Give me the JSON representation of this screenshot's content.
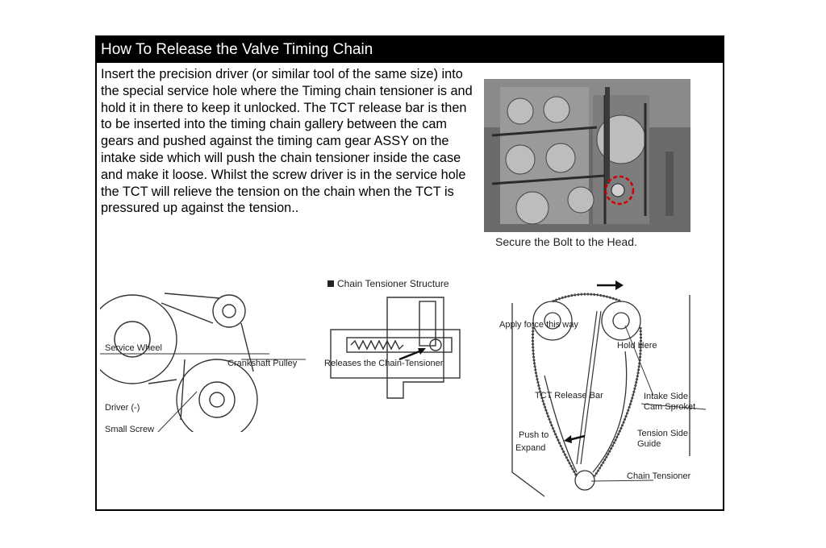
{
  "header": {
    "title": "How To Release the Valve Timing Chain"
  },
  "instructions": {
    "body": "Insert the precision driver (or similar tool of the same size) into the special service hole where the Timing chain tensioner is and hold it in there to keep it unlocked. The TCT release bar is then to be inserted into the timing chain gallery between the cam gears and pushed against the timing cam gear ASSY on the intake side which will push the chain tensioner inside the case and make it loose. Whilst the screw driver is in the service hole the TCT will relieve the tension on the chain when the TCT is pressured up against the tension.."
  },
  "photo": {
    "caption": "Secure the Bolt to the Head."
  },
  "diagram_pulley": {
    "service_wheel": "Service Wheel",
    "crankshaft_pulley": "Crankshaft Pulley",
    "screw_driver_line1": "Small Screw",
    "screw_driver_line2": "Driver (-)"
  },
  "diagram_tensioner": {
    "title": "Chain Tensioner Structure",
    "release_label": "Releases the Chain-Tensioner"
  },
  "diagram_chain": {
    "apply_force": "Apply force this way",
    "hold_here": "Hold Here",
    "release_bar": "TCT Release Bar",
    "intake_line1": "Intake Side",
    "intake_line2": "Cam Sproket",
    "push_line1": "Push to",
    "push_line2": "Expand",
    "guide_line1": "Tension Side",
    "guide_line2": "Guide",
    "chain_tensioner": "Chain Tensioner"
  }
}
